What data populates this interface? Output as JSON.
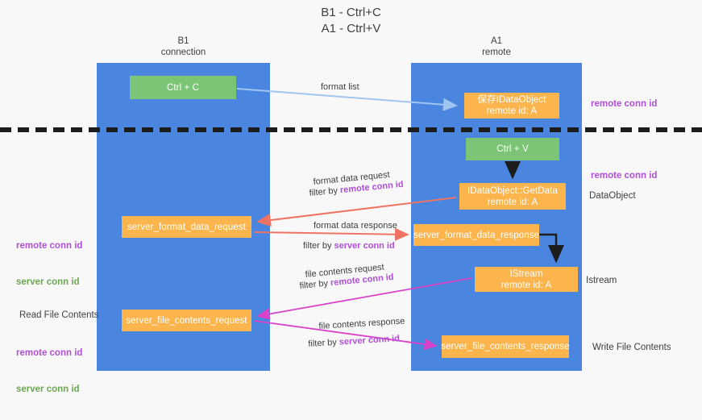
{
  "title": "B1 - Ctrl+C\nA1 - Ctrl+V",
  "columns": {
    "left": "B1\nconnection",
    "right": "A1\nremote"
  },
  "nodes": {
    "ctrl_c": "Ctrl + C",
    "data_object": "保存IDataObject\nremote id: A",
    "ctrl_v": "Ctrl + V",
    "get_data": "IDataObject::GetData\nremote id: A",
    "server_format_data_request": "server_format_data_request",
    "server_format_data_response": "server_format_data_response",
    "istream": "IStream\nremote id: A",
    "server_file_contents_request": "server_file_contents_request",
    "server_file_contents_response": "server_file_contents_response"
  },
  "edge_labels": {
    "format_list": "format list",
    "format_data_request": "format data request",
    "format_data_request_filter_prefix": "filter by ",
    "format_data_request_filter_key": "remote conn id",
    "format_data_response": "format data response",
    "format_data_response_filter_prefix": "filter by ",
    "format_data_response_filter_key": "server conn id",
    "file_contents_request": "file contents request",
    "file_contents_request_filter_prefix": "filter by ",
    "file_contents_request_filter_key": "remote conn id",
    "file_contents_response": "file contents response",
    "file_contents_response_filter_prefix": "filter by ",
    "file_contents_response_filter_key": "server conn id"
  },
  "annotations": {
    "remote_conn_id_top": "remote conn id",
    "remote_conn_id_mid": "remote conn id",
    "data_object": "DataObject",
    "istream": "Istream",
    "write_file_contents": "Write File Contents",
    "read_file_contents": "Read File Contents",
    "left_remote_conn_id": "remote conn id",
    "left_server_conn_id": "server conn id",
    "left_remote_conn_id_2": "remote conn id",
    "left_server_conn_id_2": "server conn id"
  },
  "colors": {
    "lane": "#4a86e0",
    "node_green": "#7cc576",
    "node_orange": "#fcb44c",
    "purple": "#b14fd8",
    "green_text": "#6aa84f",
    "arrow_blue": "#9fc5f0",
    "arrow_red": "#ef7363",
    "arrow_magenta": "#d843c8",
    "arrow_black": "#1c1c1c",
    "background": "#f8f8f8"
  }
}
